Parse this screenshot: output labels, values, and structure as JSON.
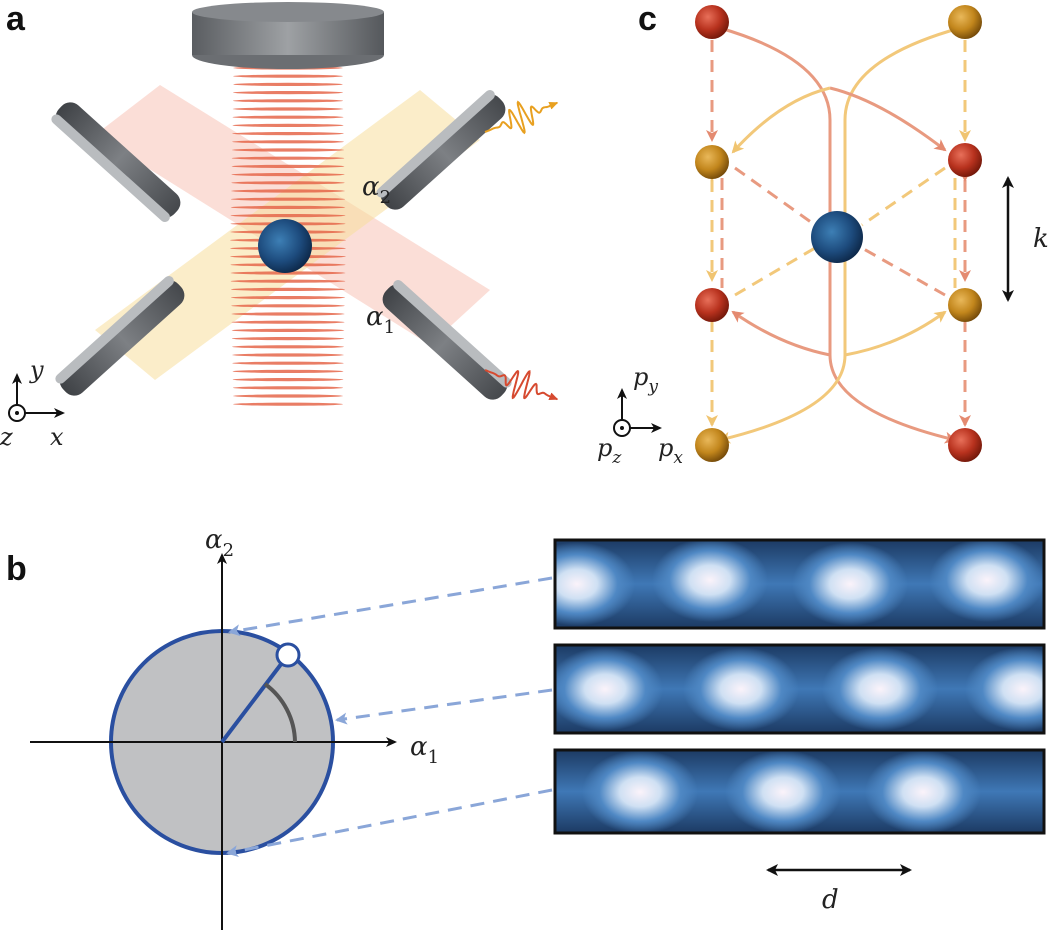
{
  "panels": {
    "a": {
      "label": "a",
      "alpha1_sym": "α",
      "alpha1_sub": "1",
      "alpha2_sym": "α",
      "alpha2_sub": "2",
      "axis_y": "y",
      "axis_x": "x",
      "axis_z": "z"
    },
    "b": {
      "label": "b",
      "alpha1_sym": "α",
      "alpha1_sub": "1",
      "alpha2_sym": "α",
      "alpha2_sub": "2",
      "distance_label": "d"
    },
    "c": {
      "label": "c",
      "k_label": "k",
      "py_sym": "p",
      "py_sub": "y",
      "px_sym": "p",
      "px_sub": "x",
      "pz_sym": "p",
      "pz_sub": "z"
    }
  },
  "colors": {
    "atom": "#1d4b7d",
    "red_pump": "#e07a5f",
    "yellow_pump": "#f0c470",
    "red_sphere": "#b8321e",
    "gold_sphere": "#c2861c",
    "circle_stroke": "#2a4fa0",
    "circle_fill": "#c0c1c3",
    "dashed_blue": "#8aa6d8",
    "lattice_dark": "#1e3d66",
    "lattice_bright": "#f4e8f2"
  }
}
